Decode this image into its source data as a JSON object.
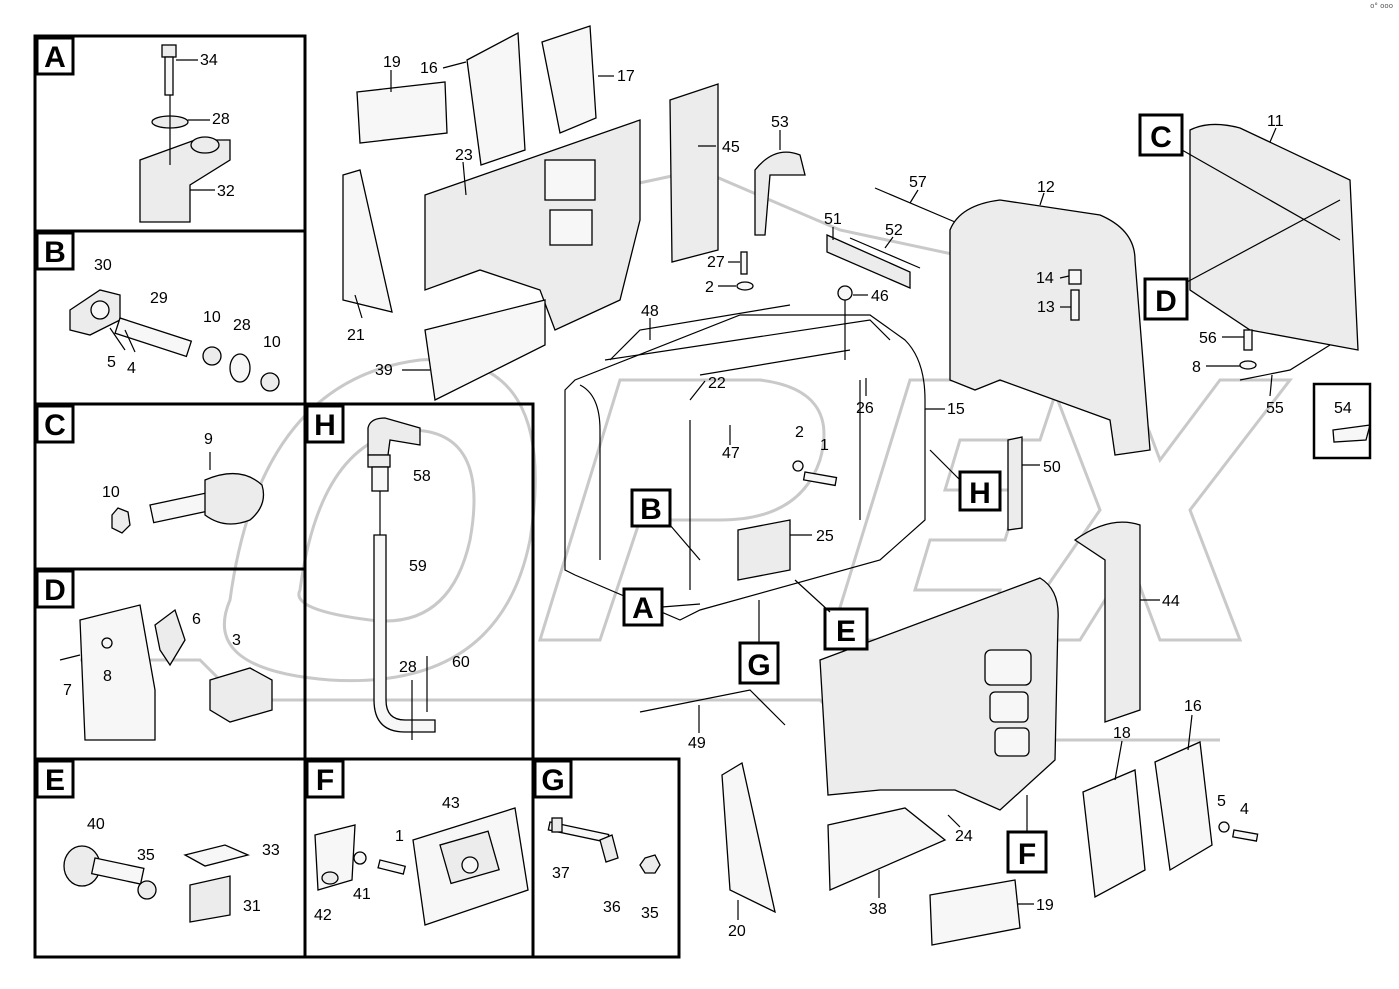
{
  "corner_code": "o° ooo",
  "watermark": "OPEX",
  "panels": [
    {
      "letter": "A",
      "callouts": [
        "34",
        "28",
        "32"
      ]
    },
    {
      "letter": "B",
      "callouts": [
        "30",
        "29",
        "10",
        "28",
        "10",
        "5",
        "4"
      ]
    },
    {
      "letter": "C",
      "callouts": [
        "9",
        "10"
      ]
    },
    {
      "letter": "D",
      "callouts": [
        "6",
        "3",
        "7",
        "8"
      ]
    },
    {
      "letter": "E",
      "callouts": [
        "40",
        "35",
        "33",
        "31"
      ]
    },
    {
      "letter": "F",
      "callouts": [
        "43",
        "1",
        "42",
        "41"
      ]
    },
    {
      "letter": "G",
      "callouts": [
        "37",
        "36",
        "35"
      ]
    },
    {
      "letter": "H",
      "callouts": [
        "58",
        "59",
        "28",
        "60"
      ]
    }
  ],
  "main_callouts": [
    "19",
    "16",
    "17",
    "45",
    "23",
    "21",
    "39",
    "53",
    "27",
    "2",
    "46",
    "48",
    "22",
    "47",
    "26",
    "2",
    "1",
    "15",
    "25",
    "57",
    "51",
    "52",
    "12",
    "14",
    "13",
    "11",
    "56",
    "8",
    "55",
    "54",
    "50",
    "44",
    "49",
    "20",
    "24",
    "38",
    "19",
    "18",
    "16",
    "5",
    "4"
  ],
  "detail_markers": [
    "A",
    "B",
    "C",
    "D",
    "E",
    "F",
    "G",
    "H"
  ]
}
